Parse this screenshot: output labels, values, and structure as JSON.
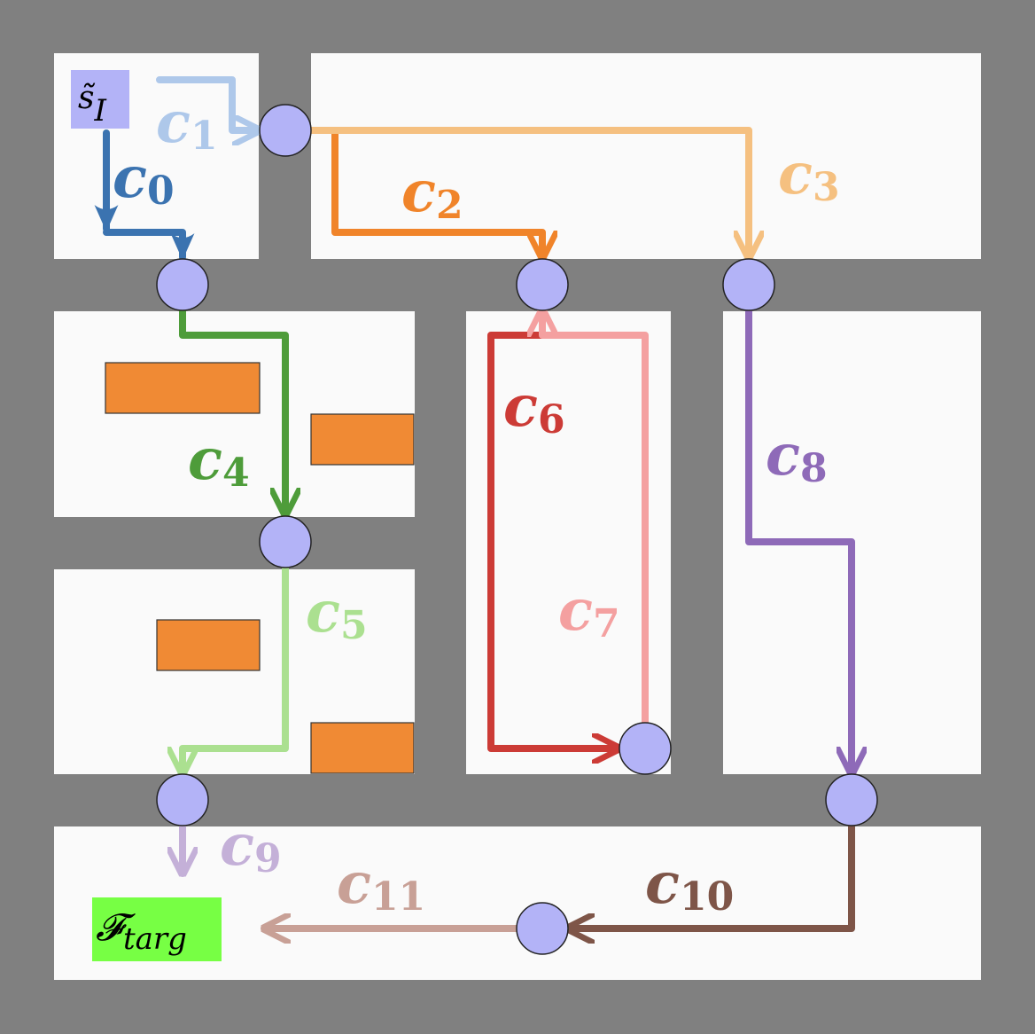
{
  "colors": {
    "wall": "#808080",
    "floor": "#fafafa",
    "obstacle": "#f08a34",
    "node": "#b3b3f7",
    "start_box": "#b3b3f7",
    "target_box": "#77ff44"
  },
  "labels": {
    "start": {
      "base": "s̃",
      "sub": "I"
    },
    "target": {
      "base": "𝓕",
      "sub": "targ"
    }
  },
  "connections": [
    {
      "id": "c0",
      "base": "c",
      "sub": "0",
      "color": "#3b73b0"
    },
    {
      "id": "c1",
      "base": "c",
      "sub": "1",
      "color": "#aec8ea"
    },
    {
      "id": "c2",
      "base": "c",
      "sub": "2",
      "color": "#f0842a"
    },
    {
      "id": "c3",
      "base": "c",
      "sub": "3",
      "color": "#f5c080"
    },
    {
      "id": "c4",
      "base": "c",
      "sub": "4",
      "color": "#4e9c3a"
    },
    {
      "id": "c5",
      "base": "c",
      "sub": "5",
      "color": "#abe090"
    },
    {
      "id": "c6",
      "base": "c",
      "sub": "6",
      "color": "#cc3b36"
    },
    {
      "id": "c7",
      "base": "c",
      "sub": "7",
      "color": "#f4a0a0"
    },
    {
      "id": "c8",
      "base": "c",
      "sub": "8",
      "color": "#8e6ab8"
    },
    {
      "id": "c9",
      "base": "c",
      "sub": "9",
      "color": "#c4b0d8"
    },
    {
      "id": "c10",
      "base": "c",
      "sub": "10",
      "color": "#7e5548"
    },
    {
      "id": "c11",
      "base": "c",
      "sub": "11",
      "color": "#c8a096"
    }
  ]
}
